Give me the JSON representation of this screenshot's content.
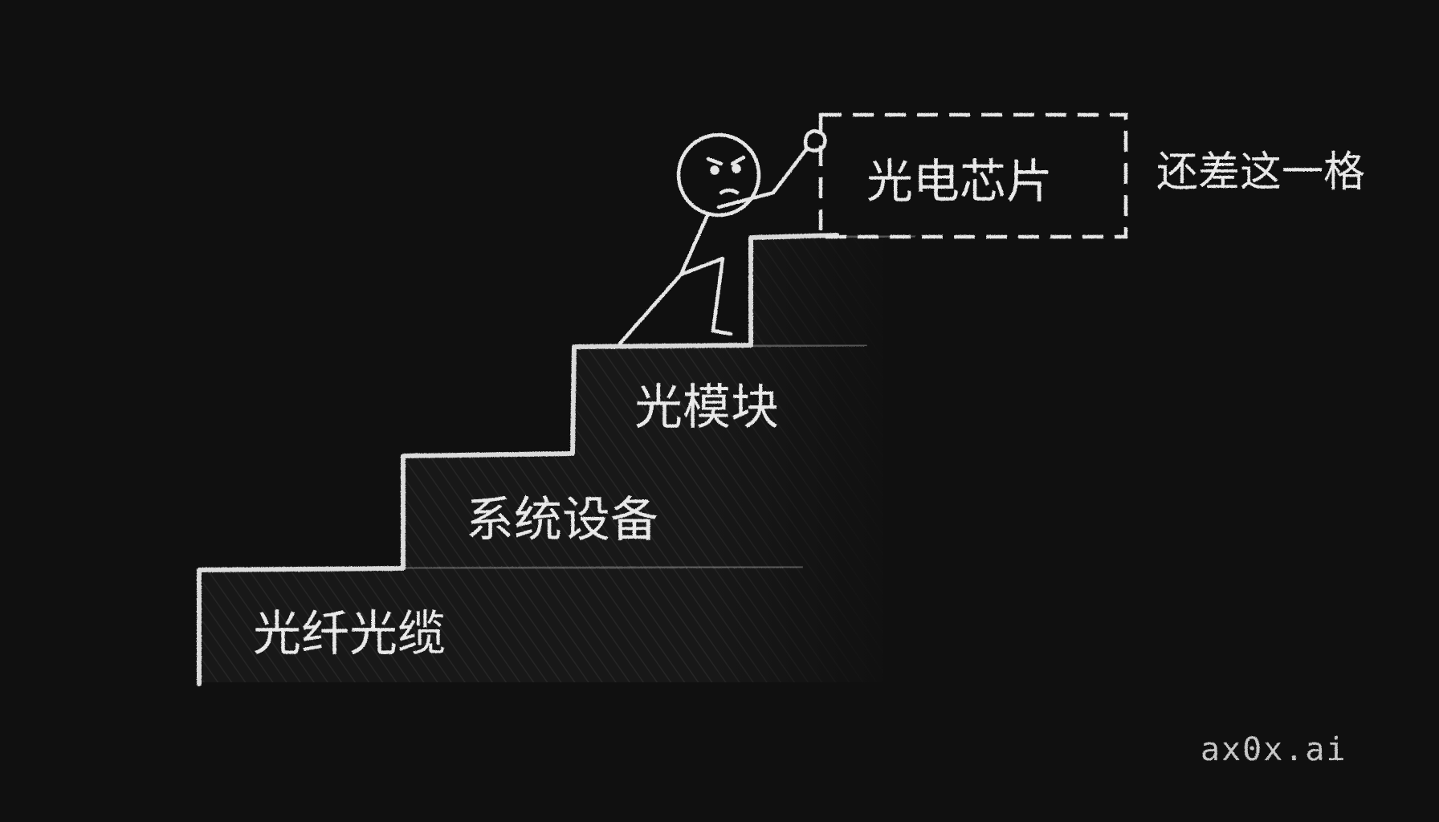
{
  "steps": [
    {
      "label": "光纤光缆"
    },
    {
      "label": "系统设备"
    },
    {
      "label": "光模块"
    }
  ],
  "target": {
    "label": "光电芯片",
    "note": "还差这一格"
  },
  "watermark": "ax0x.ai",
  "colors": {
    "background": "#101010",
    "chalk": "#e9e9e9",
    "step_fill": "#1b1b1b"
  }
}
